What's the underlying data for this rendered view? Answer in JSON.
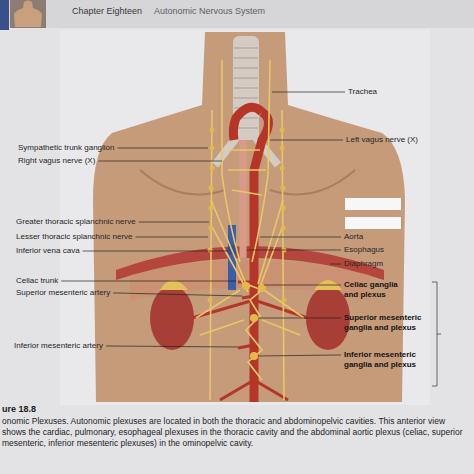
{
  "diagram": {
    "caption": "onomic Plexuses. Autonomic plexuses are located in both the thoracic and abdominopelvic cavities. This anterior view shows the cardiac, pulmonary, esophageal plexuses in the thoracic cavity and the abdominal aortic plexus (celiac, superior mesenteric, inferior mesenteric plexuses) in the ominopelvic cavity.",
    "labels": [
      "Chapter Eighteen",
      "Autonomic Nervous System",
      "Trachea",
      "Left vagus nerve (X)",
      "Sympathetic trunk ganglion",
      "Right vagus nerve (X)",
      "Greater thoracic splanchnic nerve",
      "Lesser thoracic splanchnic nerve",
      "Inferior vena cava",
      "Aorta",
      "Esophagus",
      "Diaphragm",
      "Celiac trunk",
      "Superior mesenteric artery",
      "Celiac ganglia and plexus",
      "Superior mesenteric ganglia and plexus",
      "Inferior mesenteric artery",
      "Inferior mesenteric ganglia and plexus",
      "ure 18.8"
    ]
  }
}
